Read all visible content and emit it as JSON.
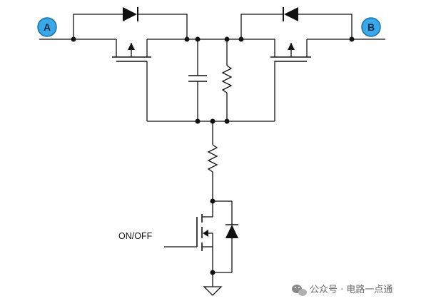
{
  "terminals": {
    "a": "A",
    "b": "B"
  },
  "control_label": "ON/OFF",
  "watermark": {
    "text": "公众号 · 电路一点通"
  },
  "colors": {
    "terminal_fill": "#3aa8e6",
    "terminal_stroke": "#1a6fa8",
    "wire": "#111111"
  }
}
